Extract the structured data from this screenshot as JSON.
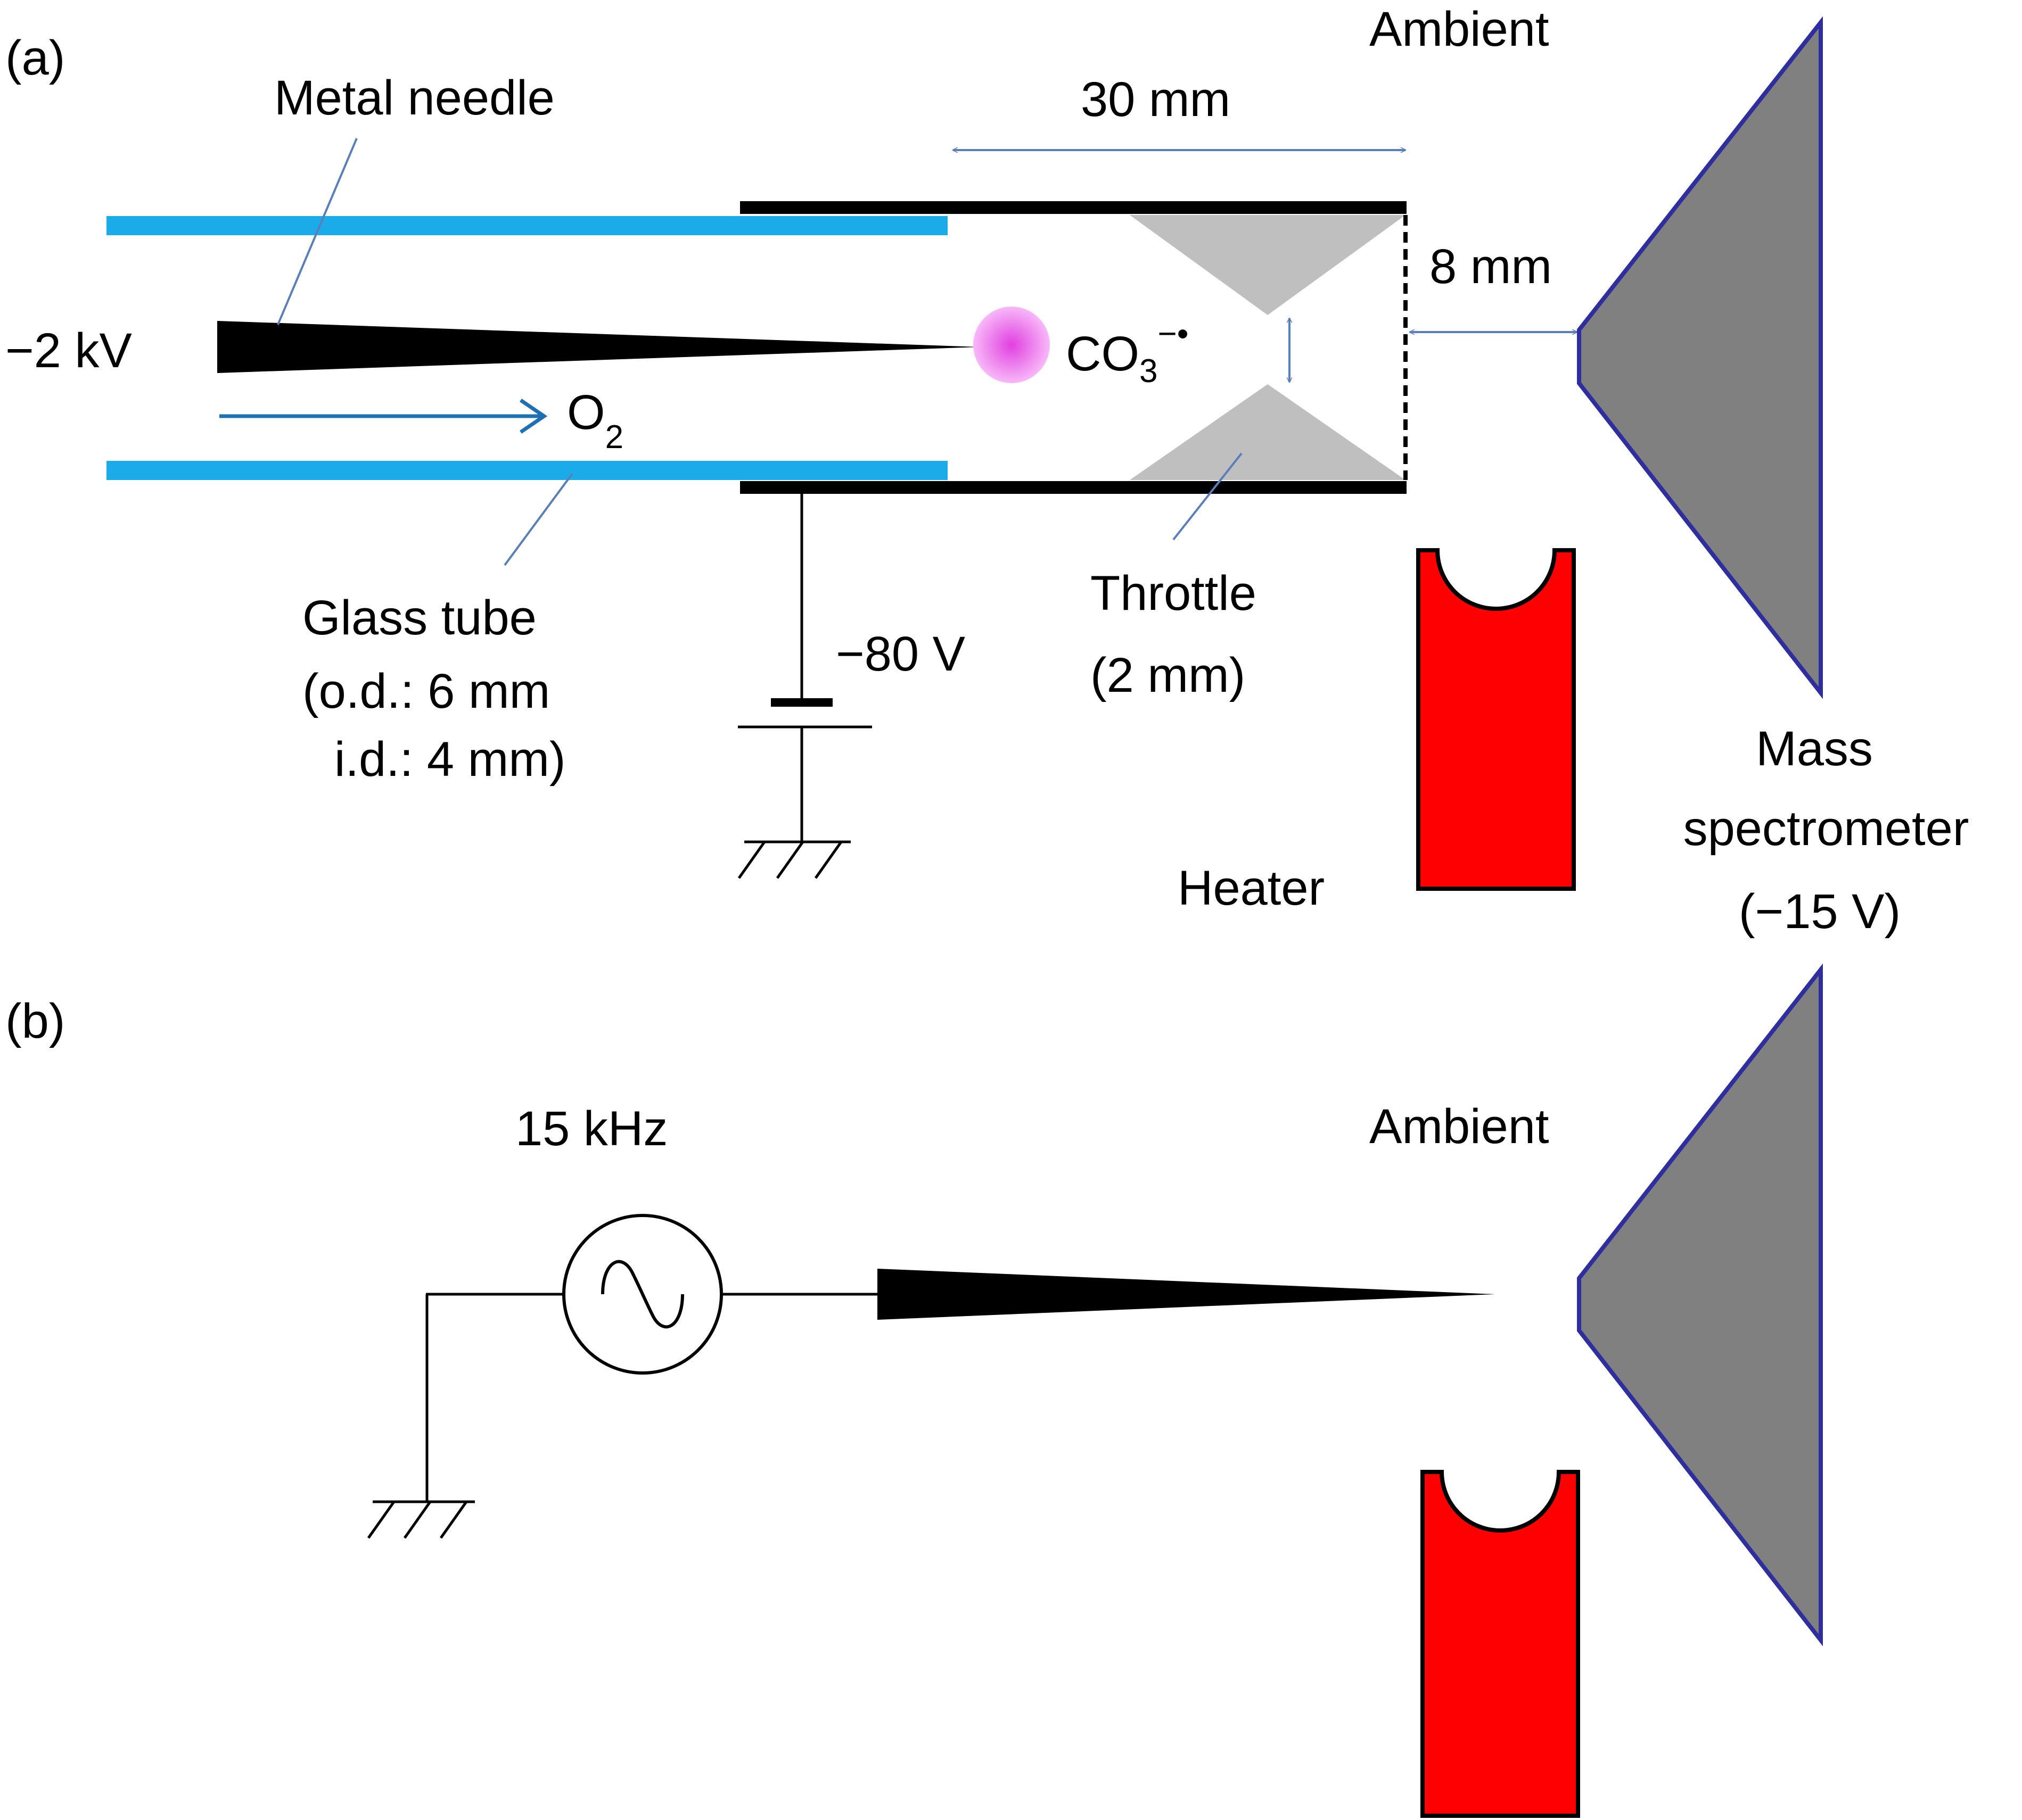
{
  "panel_a": {
    "panel_label": "(a)",
    "ambient_label": "Ambient",
    "needle_label": "Metal needle",
    "needle_voltage": "−2 kV",
    "dim_length": "30 mm",
    "dim_gap": "8 mm",
    "ion": {
      "base": "CO",
      "subscript": "3",
      "superscript": "−•"
    },
    "gas": {
      "base": "O",
      "subscript": "2"
    },
    "glass_tube": {
      "title": "Glass tube",
      "od": "(o.d.: 6 mm",
      "id": "i.d.: 4 mm)"
    },
    "bias_voltage": "−80 V",
    "throttle": {
      "title": "Throttle",
      "size": "(2 mm)"
    },
    "heater_label": "Heater",
    "mass_spec": {
      "line1": "Mass",
      "line2": "spectrometer",
      "voltage": "(−15 V)"
    }
  },
  "panel_b": {
    "panel_label": "(b)",
    "frequency": "15 kHz",
    "ambient_label": "Ambient"
  },
  "colors": {
    "glass_tube": "#1aabe8",
    "tube_metal": "#000000",
    "throttle": "#bfbfbf",
    "heater": "#ff0000",
    "mass_spec_fill": "#808080",
    "mass_spec_outline": "#2e2e9e",
    "plasma": "#f08cf0",
    "dimension_arrow": "#5a7fb8",
    "gas_arrow": "#1f6fb5",
    "leader_line": "#5a7fb8"
  },
  "icons": {
    "ac_source": "ac-source-icon",
    "ground": "ground-icon",
    "battery": "battery-icon"
  }
}
